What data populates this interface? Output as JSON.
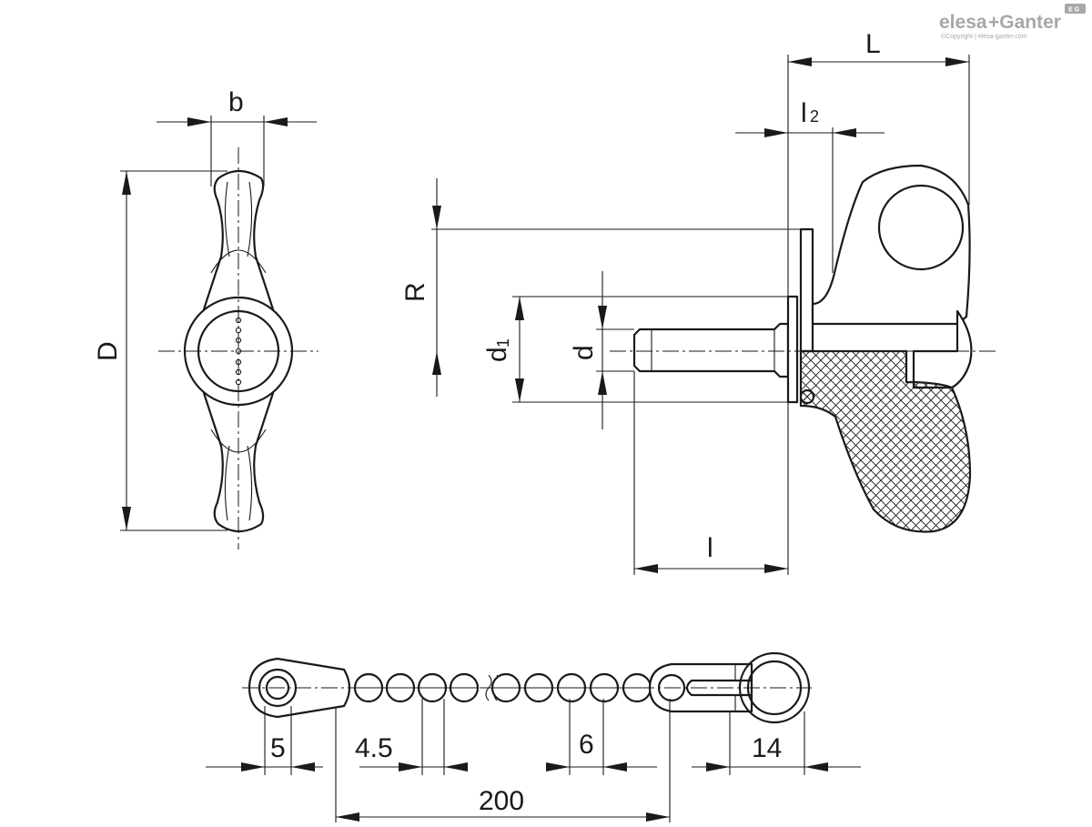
{
  "logo": {
    "brand_left": "elesa",
    "brand_right": "+Ganter",
    "badge": "E G",
    "copyright": "©Copyright | elesa-ganter.com"
  },
  "dimensions": {
    "b": "b",
    "D": "D",
    "L": "L",
    "l2_main": "l",
    "l2_sub": "2",
    "R": "R",
    "d1_main": "d",
    "d1_sub": "1",
    "d": "d",
    "l": "l"
  },
  "chain_dimensions": {
    "dim_5": "5",
    "dim_4_5": "4.5",
    "dim_6": "6",
    "dim_14": "14",
    "dim_200": "200"
  },
  "colors": {
    "line": "#1a1a1a",
    "logo": "#a8a8a8"
  }
}
